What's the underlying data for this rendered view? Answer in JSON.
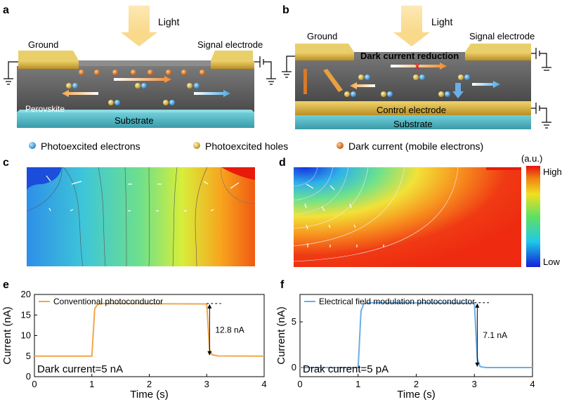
{
  "panels": {
    "a": "a",
    "b": "b",
    "c": "c",
    "d": "d",
    "e": "e",
    "f": "f"
  },
  "panel_a": {
    "light": "Light",
    "ground": "Ground",
    "signal": "Signal electrode",
    "perovskite": "Perovskite",
    "substrate": "Substrate"
  },
  "panel_b": {
    "light": "Light",
    "ground": "Ground",
    "signal": "Signal electrode",
    "dark_reduction": "Dark current reduction",
    "control": "Control electrode",
    "substrate": "Substrate"
  },
  "legend": {
    "electrons": "Photoexcited electrons",
    "holes": "Photoexcited holes",
    "dark": "Dark current (mobile electrons)"
  },
  "colorbar": {
    "unit": "(a.u.)",
    "high": "High",
    "low": "Low"
  },
  "colors": {
    "gold": "#d9b64e",
    "gray": "#6b6b6b",
    "substrate": "#4fb7c4",
    "orange": "#f4a64a",
    "blue": "#6aaee8"
  },
  "chart_data": [
    {
      "type": "line",
      "legend": "Conventional photoconductor",
      "xlabel": "Time (s)",
      "ylabel": "Current (nA)",
      "xlim": [
        0,
        4
      ],
      "ylim": [
        0,
        20
      ],
      "xticks": [
        "0",
        "1",
        "2",
        "3",
        "4"
      ],
      "yticks": [
        "0",
        "5",
        "10",
        "15",
        "20"
      ],
      "x": [
        0,
        1.0,
        1.05,
        1.1,
        1.2,
        3.0,
        3.05,
        3.1,
        3.2,
        4
      ],
      "y": [
        5,
        5,
        16.5,
        17.6,
        17.8,
        17.7,
        6.5,
        5.3,
        5.05,
        5
      ],
      "annotation": "12.8 nA",
      "footnote": "Dark current=5 nA"
    },
    {
      "type": "line",
      "legend": "Electrical field modulation photoconductor",
      "xlabel": "Time (s)",
      "ylabel": "Current (nA)",
      "xlim": [
        0,
        4
      ],
      "ylim": [
        -1,
        8
      ],
      "xticks": [
        "0",
        "1",
        "2",
        "3",
        "4"
      ],
      "yticks": [
        "0",
        "5"
      ],
      "x": [
        0,
        1.0,
        1.05,
        1.1,
        1.2,
        3.0,
        3.05,
        3.1,
        3.2,
        4
      ],
      "y": [
        0,
        0,
        6.2,
        7.0,
        7.1,
        7.05,
        1.0,
        0.1,
        0.0,
        0
      ],
      "annotation": "7.1 nA",
      "footnote": "Drak current=5 pA"
    }
  ]
}
